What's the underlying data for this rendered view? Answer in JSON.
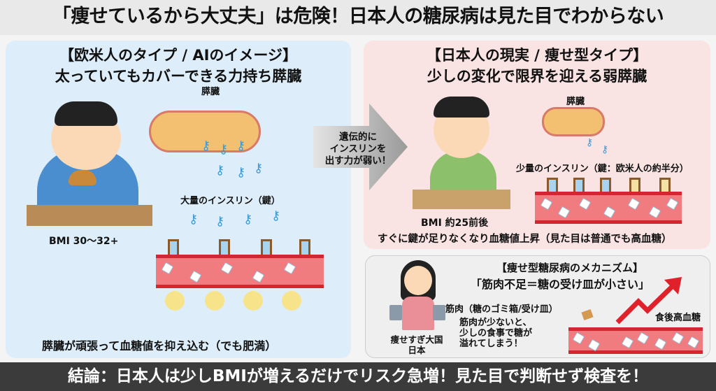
{
  "title": "「痩せているから大丈夫」は危険！日本人の糖尿病は見た目でわからない",
  "left_panel": {
    "heading1": "【欧米人のタイプ / AIのイメージ】",
    "heading2": "太っていてもカバーできる力持ち膵臓",
    "pancreas_label": "膵臓",
    "insulin_label": "大量のインスリン（鍵）",
    "bmi": "BMI 30〜32+",
    "caption": "膵臓が頑張って血糖値を抑え込む（でも肥満）"
  },
  "arrow_text": [
    "遺伝的に",
    "インスリンを",
    "出す力が弱い！"
  ],
  "right_panel": {
    "heading1": "【日本人の現実 / 痩せ型タイプ】",
    "heading2": "少しの変化で限界を迎える弱膵臓",
    "pancreas_label": "膵臓",
    "insulin_label": "少量のインスリン（鍵：欧米人の約半分）",
    "bmi": "BMI 約25前後",
    "caption": "すぐに鍵が足りなくなり血糖値上昇（見た目は普通でも高血糖）"
  },
  "mechanism": {
    "heading1": "【痩せ型糖尿病のメカニズム】",
    "heading2": "「筋肉不足＝糖の受け皿が小さい」",
    "muscle_label": "筋肉（糖のゴミ箱/受け皿）",
    "explain": [
      "筋肉が少ないと、",
      "少しの食事で糖が",
      "溢れてしまう！"
    ],
    "person_label": [
      "痩せすぎ大国",
      "日本"
    ],
    "spike_label": "食後高血糖"
  },
  "conclusion": "結論：日本人は少しBMIが増えるだけでリスク急増！見た目で判断せず検査を！"
}
